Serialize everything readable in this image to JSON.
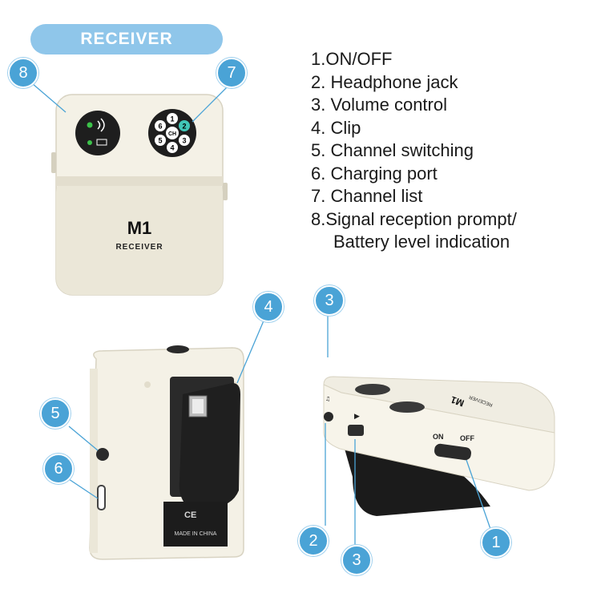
{
  "banner": {
    "title": "RECEIVER"
  },
  "callouts": {
    "c1": "1",
    "c2": "2",
    "c3a": "3",
    "c3b": "3",
    "c4": "4",
    "c5": "5",
    "c6": "6",
    "c7": "7",
    "c8": "8"
  },
  "legend": {
    "items": [
      "1.ON/OFF",
      "2. Headphone jack",
      "3. Volume control",
      "4. Clip",
      "5. Channel switching",
      "6. Charging port",
      "7. Channel list",
      "8.Signal reception prompt/",
      "Battery level indication"
    ]
  },
  "device": {
    "model": "M1",
    "type_label": "RECEIVER",
    "channel_center": "CH",
    "channels": [
      "1",
      "2",
      "3",
      "4",
      "5",
      "6"
    ],
    "made_in": "MADE IN CHINA",
    "certs": "CE",
    "on_label": "ON",
    "off_label": "OFF",
    "side_model": "M1",
    "side_type": "RECEIVER"
  },
  "colors": {
    "callout": "#4aa3d6",
    "banner": "#8fc6ea",
    "device_body": "#f4f1e6",
    "clip": "#1f1f1f",
    "leader_line": "#4aa3d6"
  }
}
